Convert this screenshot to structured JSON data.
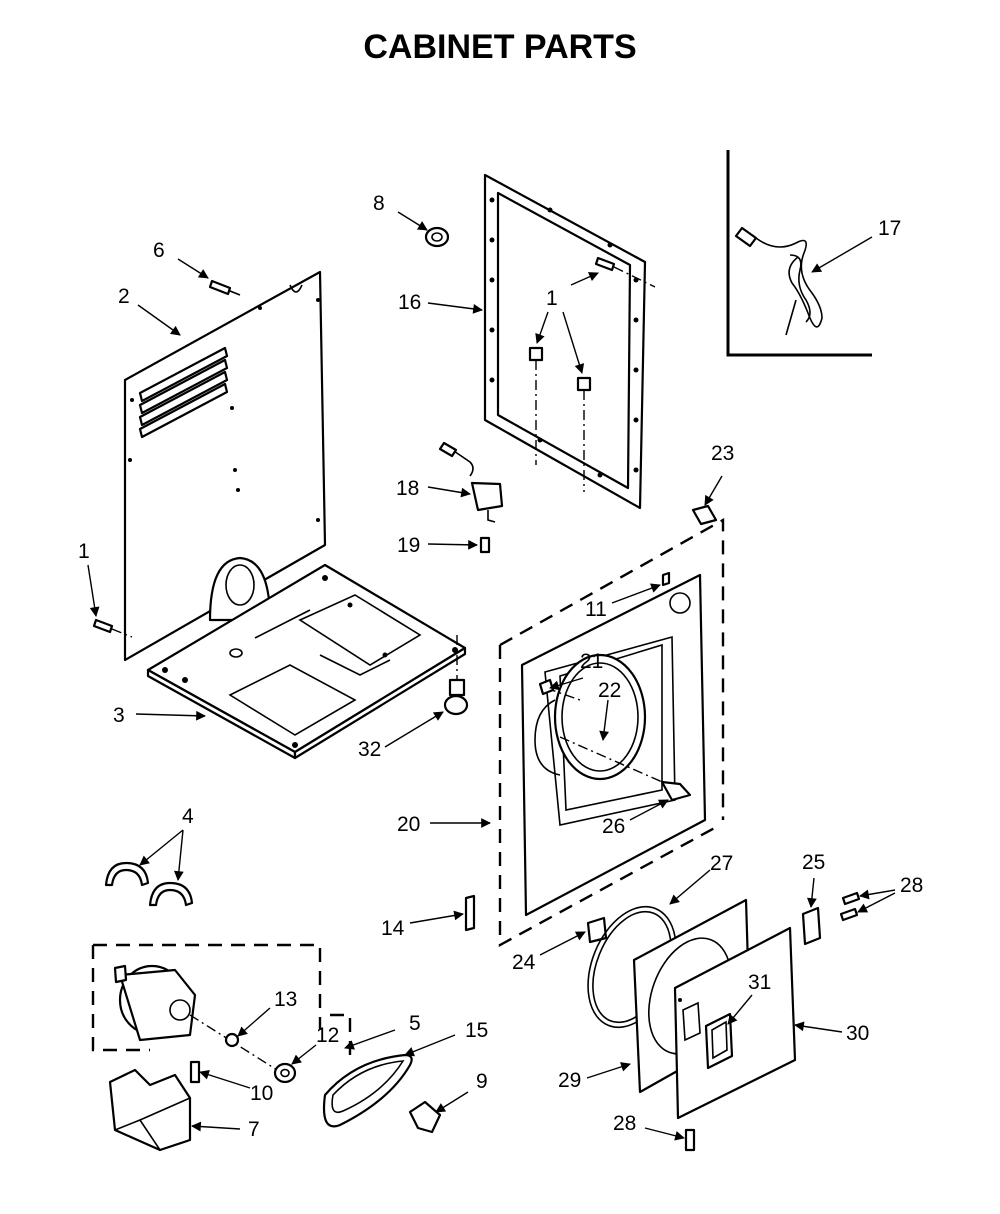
{
  "title": "CABINET PARTS",
  "callouts": {
    "c1_top": "1",
    "c1_left": "1",
    "c2": "2",
    "c3": "3",
    "c4": "4",
    "c5": "5",
    "c6": "6",
    "c7": "7",
    "c8": "8",
    "c9": "9",
    "c10": "10",
    "c11": "11",
    "c12": "12",
    "c13": "13",
    "c14": "14",
    "c15": "15",
    "c16": "16",
    "c17": "17",
    "c18": "18",
    "c19": "19",
    "c20": "20",
    "c21": "21",
    "c22": "22",
    "c23": "23",
    "c24": "24",
    "c25": "25",
    "c26": "26",
    "c27": "27",
    "c28_right": "28",
    "c28_bottom": "28",
    "c29": "29",
    "c30": "30",
    "c31": "31",
    "c32": "32"
  }
}
